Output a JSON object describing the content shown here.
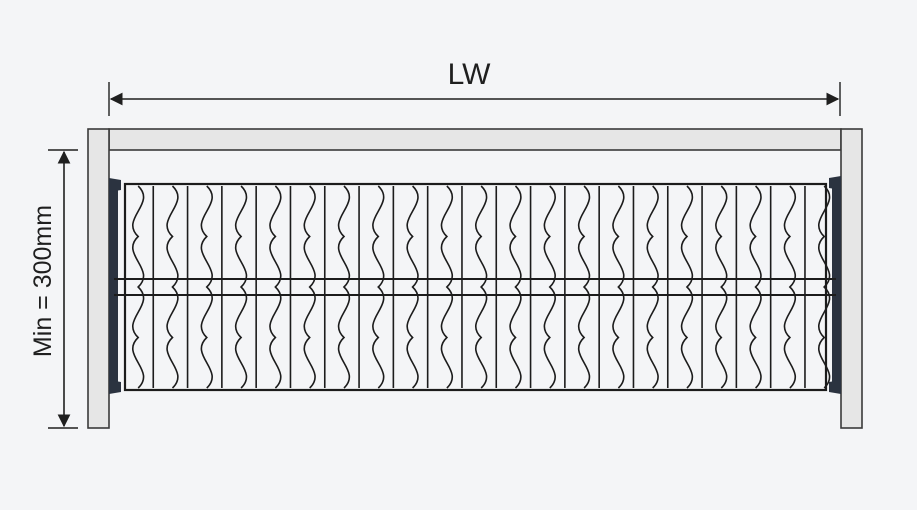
{
  "labels": {
    "width_label": "LW",
    "height_label": "Min = 300mm"
  },
  "colors": {
    "background": "#f4f5f7",
    "frame_fill": "#e6e6e6",
    "frame_stroke": "#3a3a3a",
    "rack_stroke": "#1c1c1c",
    "slide_fill": "#2b3340",
    "dimension_line": "#1f1f1f"
  },
  "rack": {
    "straight_wire_count": 21,
    "wavy_wire_count": 21,
    "horizontal_rails": 2
  }
}
